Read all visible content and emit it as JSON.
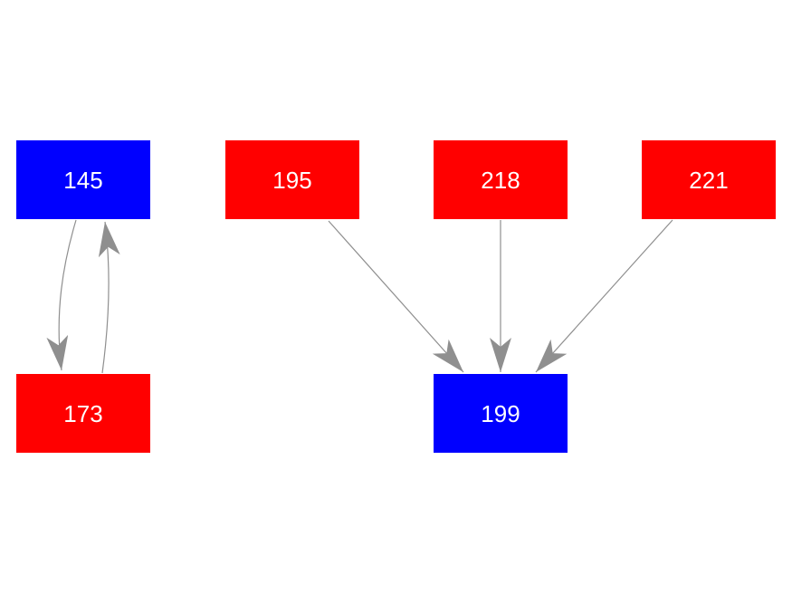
{
  "diagram": {
    "background": "#ffffff",
    "colors": {
      "blue_node": "#0000ff",
      "red_node": "#ff0000",
      "edge_gray": "#8f8f8f",
      "node_label": "#ffffff"
    },
    "node_size": {
      "width": 148,
      "height": 87
    },
    "nodes": [
      {
        "label": "145",
        "color": "blue"
      },
      {
        "label": "173",
        "color": "red"
      },
      {
        "label": "195",
        "color": "red"
      },
      {
        "label": "218",
        "color": "red"
      },
      {
        "label": "221",
        "color": "red"
      },
      {
        "label": "199",
        "color": "blue"
      }
    ],
    "edges": [
      {
        "from": "145",
        "to": "173",
        "style": "curved",
        "arrow": "to"
      },
      {
        "from": "173",
        "to": "145",
        "style": "curved",
        "arrow": "to"
      },
      {
        "from": "195",
        "to": "199",
        "style": "straight",
        "arrow": "to"
      },
      {
        "from": "218",
        "to": "199",
        "style": "straight",
        "arrow": "to"
      },
      {
        "from": "221",
        "to": "199",
        "style": "straight",
        "arrow": "to"
      }
    ]
  }
}
